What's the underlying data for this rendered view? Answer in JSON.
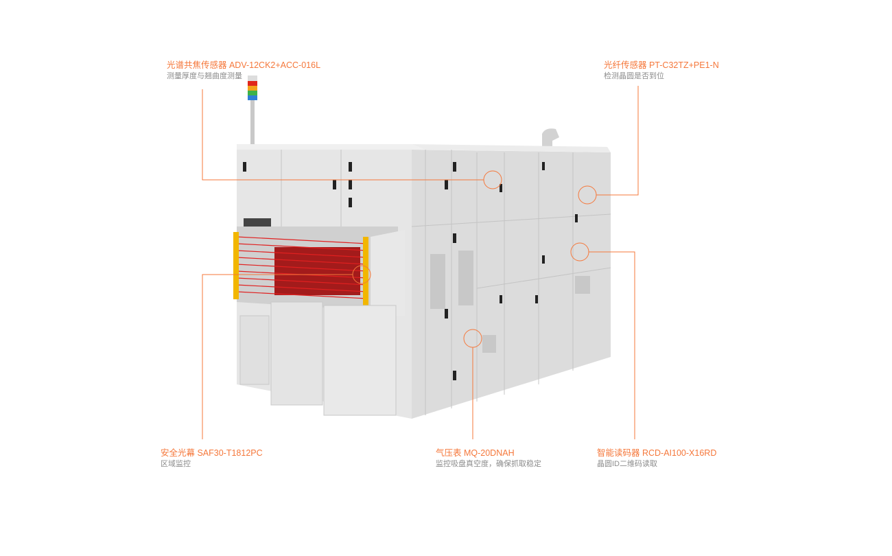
{
  "accent_color": "#f5773a",
  "callouts": [
    {
      "title": "光谱共焦传感器 ADV-12CK2+ACC-016L",
      "desc": "测量厚度与翘曲度测量"
    },
    {
      "title": "光纤传感器 PT-C32TZ+PE1-N",
      "desc": "检测晶圆是否到位"
    },
    {
      "title": "安全光幕  SAF30-T1812PC",
      "desc": "区域监控"
    },
    {
      "title": "气压表  MQ-20DNAH",
      "desc": "监控吸盘真空度，确保抓取稳定"
    },
    {
      "title": "智能读码器 RCD-AI100-X16RD",
      "desc": "晶圆ID二维码读取"
    }
  ]
}
